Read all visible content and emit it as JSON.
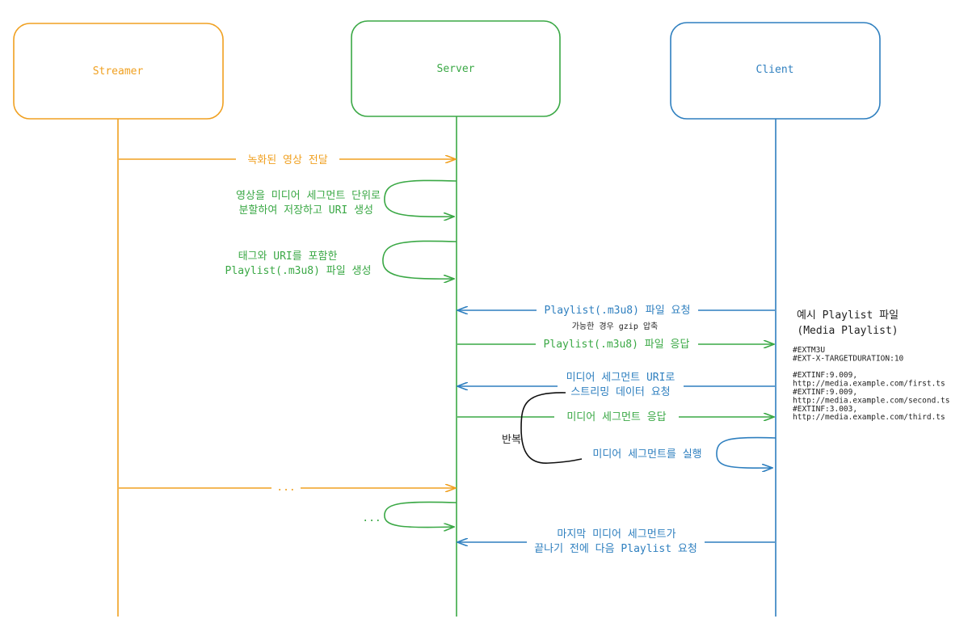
{
  "colors": {
    "streamer": "#f0a020",
    "server": "#3aa845",
    "client": "#2e7fbf",
    "loop": "#111111",
    "text": "#222222"
  },
  "participants": {
    "streamer": "Streamer",
    "server": "Server",
    "client": "Client"
  },
  "messages": {
    "m1": "녹화된 영상 전달",
    "m2_line1": "영상을 미디어 세그먼트 단위로",
    "m2_line2": "분할하여 저장하고 URI 생성",
    "m3_line1": "태그와 URI를 포함한",
    "m3_line2": "Playlist(.m3u8) 파일 생성",
    "m4": "Playlist(.m3u8) 파일 요청",
    "m4_note": "가능한 경우 gzip 압축",
    "m5": "Playlist(.m3u8) 파일 응답",
    "m6_line1": "미디어 세그먼트 URI로",
    "m6_line2": "스트리밍 데이터 요청",
    "m7": "미디어 세그먼트 응답",
    "m8": "미디어 세그먼트를 실행",
    "loop_label": "반복",
    "m9": "...",
    "m10": "...",
    "m11_line1": "마지막 미디어 세그먼트가",
    "m11_line2": "끝나기 전에 다음 Playlist 요청"
  },
  "example": {
    "title_line1": "예시 Playlist 파일",
    "title_line2": "(Media Playlist)",
    "lines": [
      "#EXTM3U",
      "#EXT-X-TARGETDURATION:10",
      "",
      "#EXTINF:9.009,",
      "http://media.example.com/first.ts",
      "#EXTINF:9.009,",
      "http://media.example.com/second.ts",
      "#EXTINF:3.003,",
      "http://media.example.com/third.ts"
    ]
  }
}
